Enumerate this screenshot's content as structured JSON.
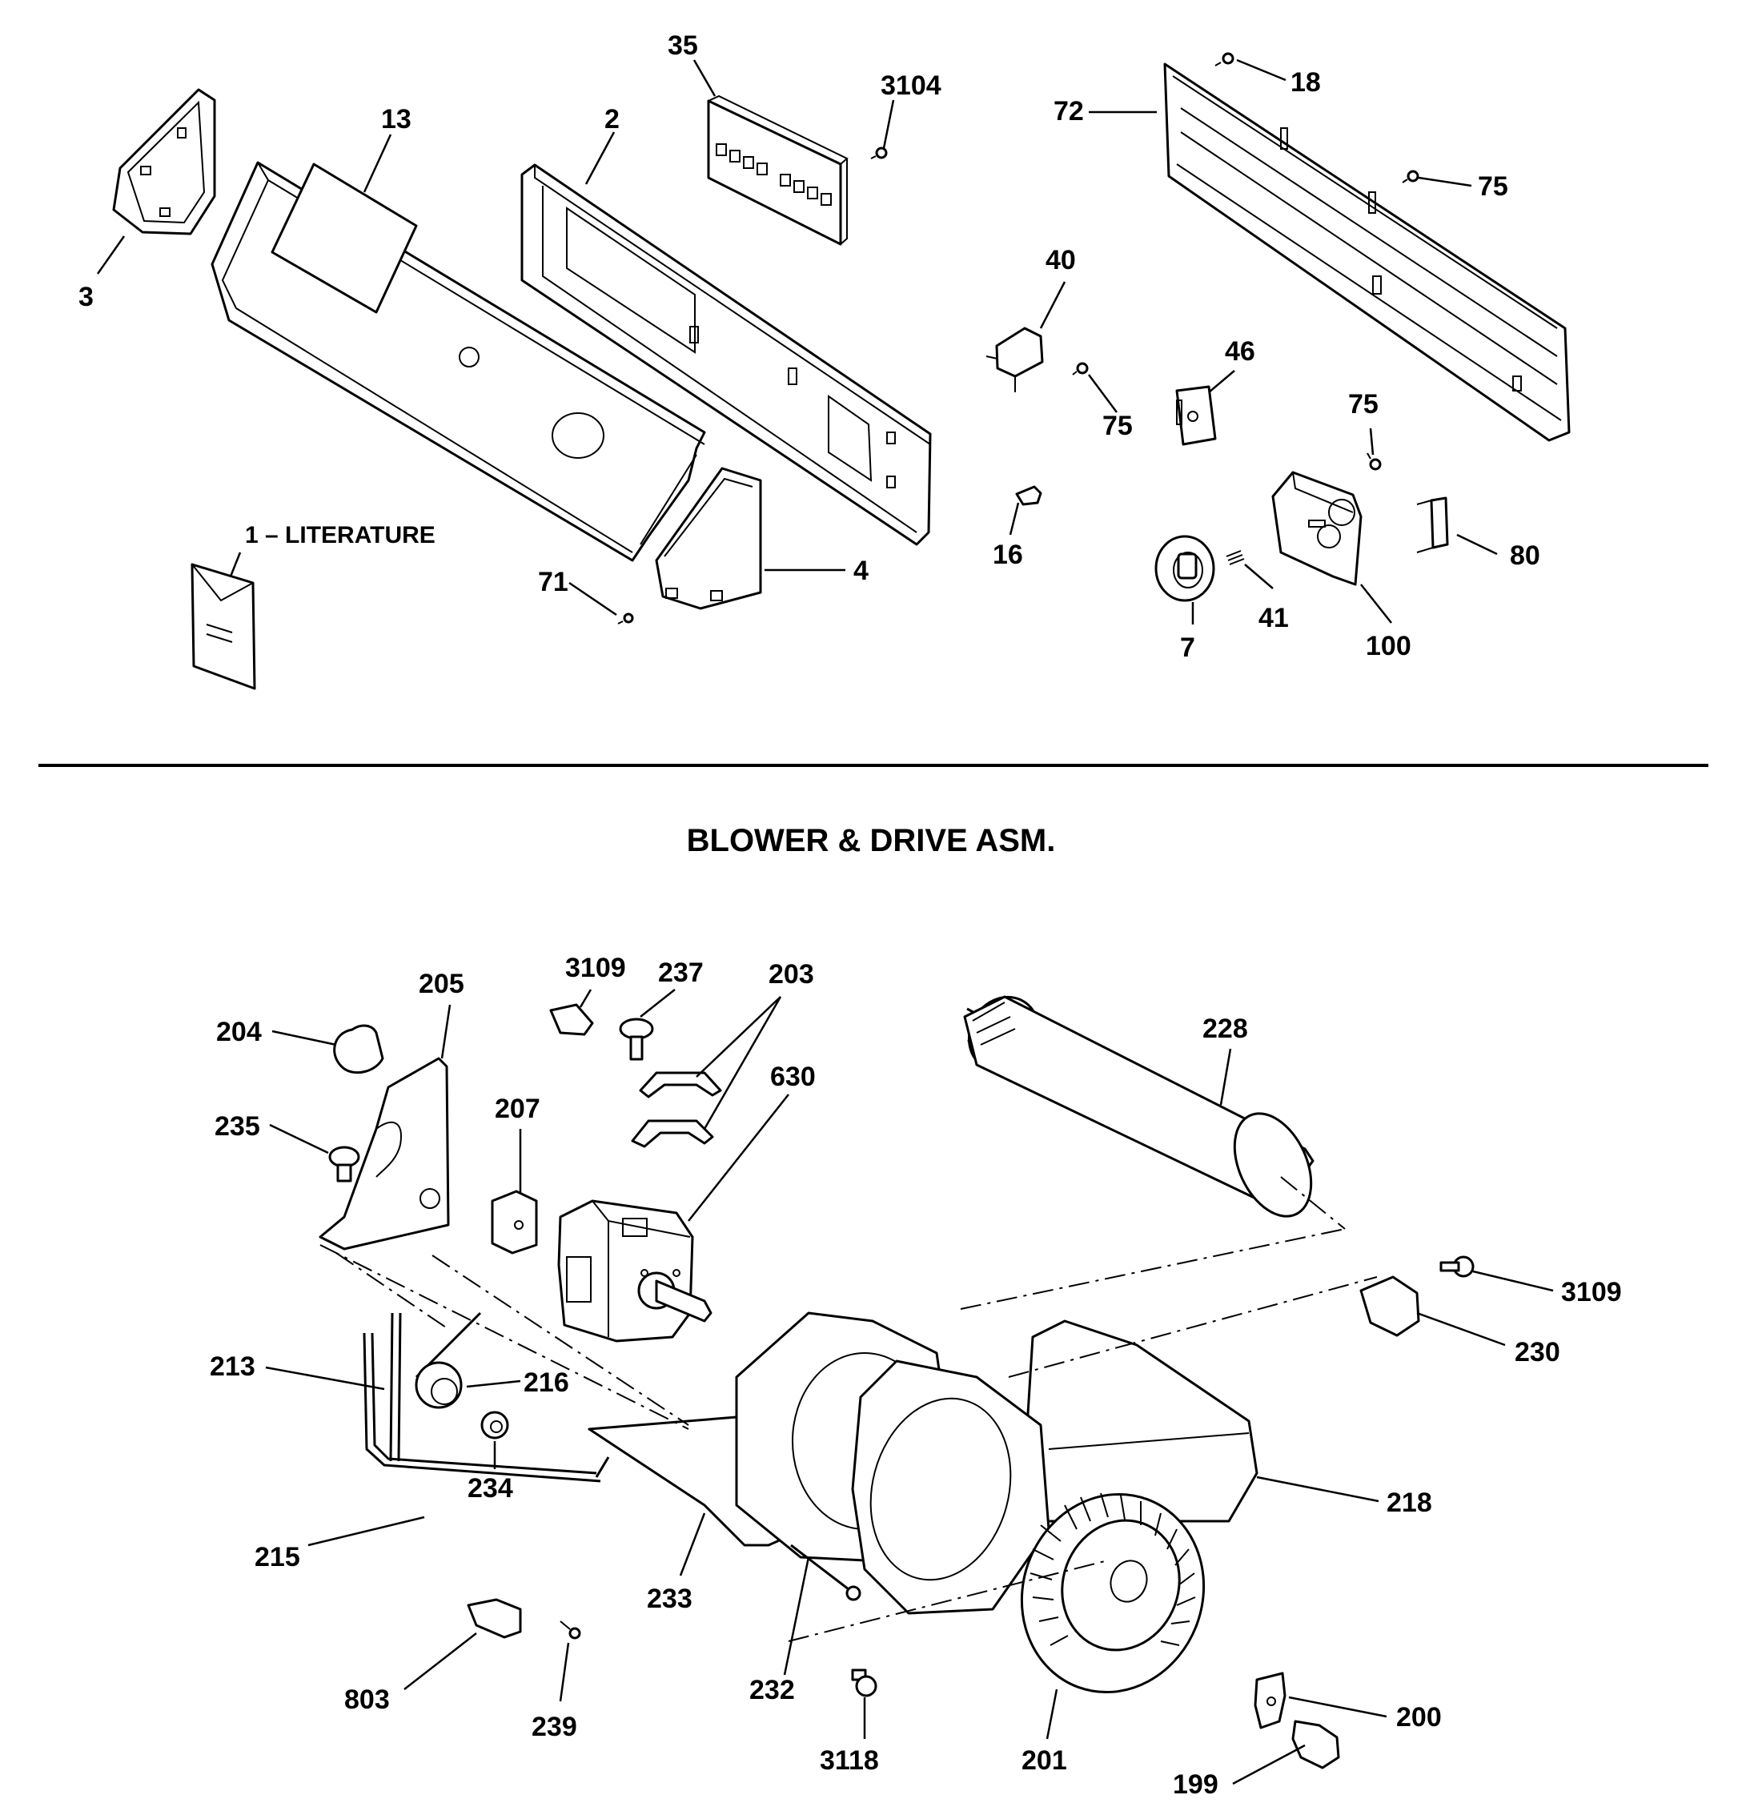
{
  "section_title": "BLOWER & DRIVE ASM.",
  "labels": {
    "p35": "35",
    "p3104": "3104",
    "p18": "18",
    "p72": "72",
    "p75a": "75",
    "p13": "13",
    "p2": "2",
    "p3": "3",
    "p40": "40",
    "p46": "46",
    "p75b": "75",
    "p75c": "75",
    "p16": "16",
    "p80": "80",
    "p7": "7",
    "p41": "41",
    "p100": "100",
    "p1": "1 – LITERATURE",
    "p71": "71",
    "p4": "4",
    "p3109a": "3109",
    "p237": "237",
    "p203": "203",
    "p205": "205",
    "p204": "204",
    "p228": "228",
    "p630": "630",
    "p207": "207",
    "p235": "235",
    "p3109b": "3109",
    "p230": "230",
    "p213": "213",
    "p216": "216",
    "p234": "234",
    "p218": "218",
    "p215": "215",
    "p233": "233",
    "p803": "803",
    "p239": "239",
    "p232": "232",
    "p3118": "3118",
    "p201": "201",
    "p200": "200",
    "p199": "199"
  }
}
